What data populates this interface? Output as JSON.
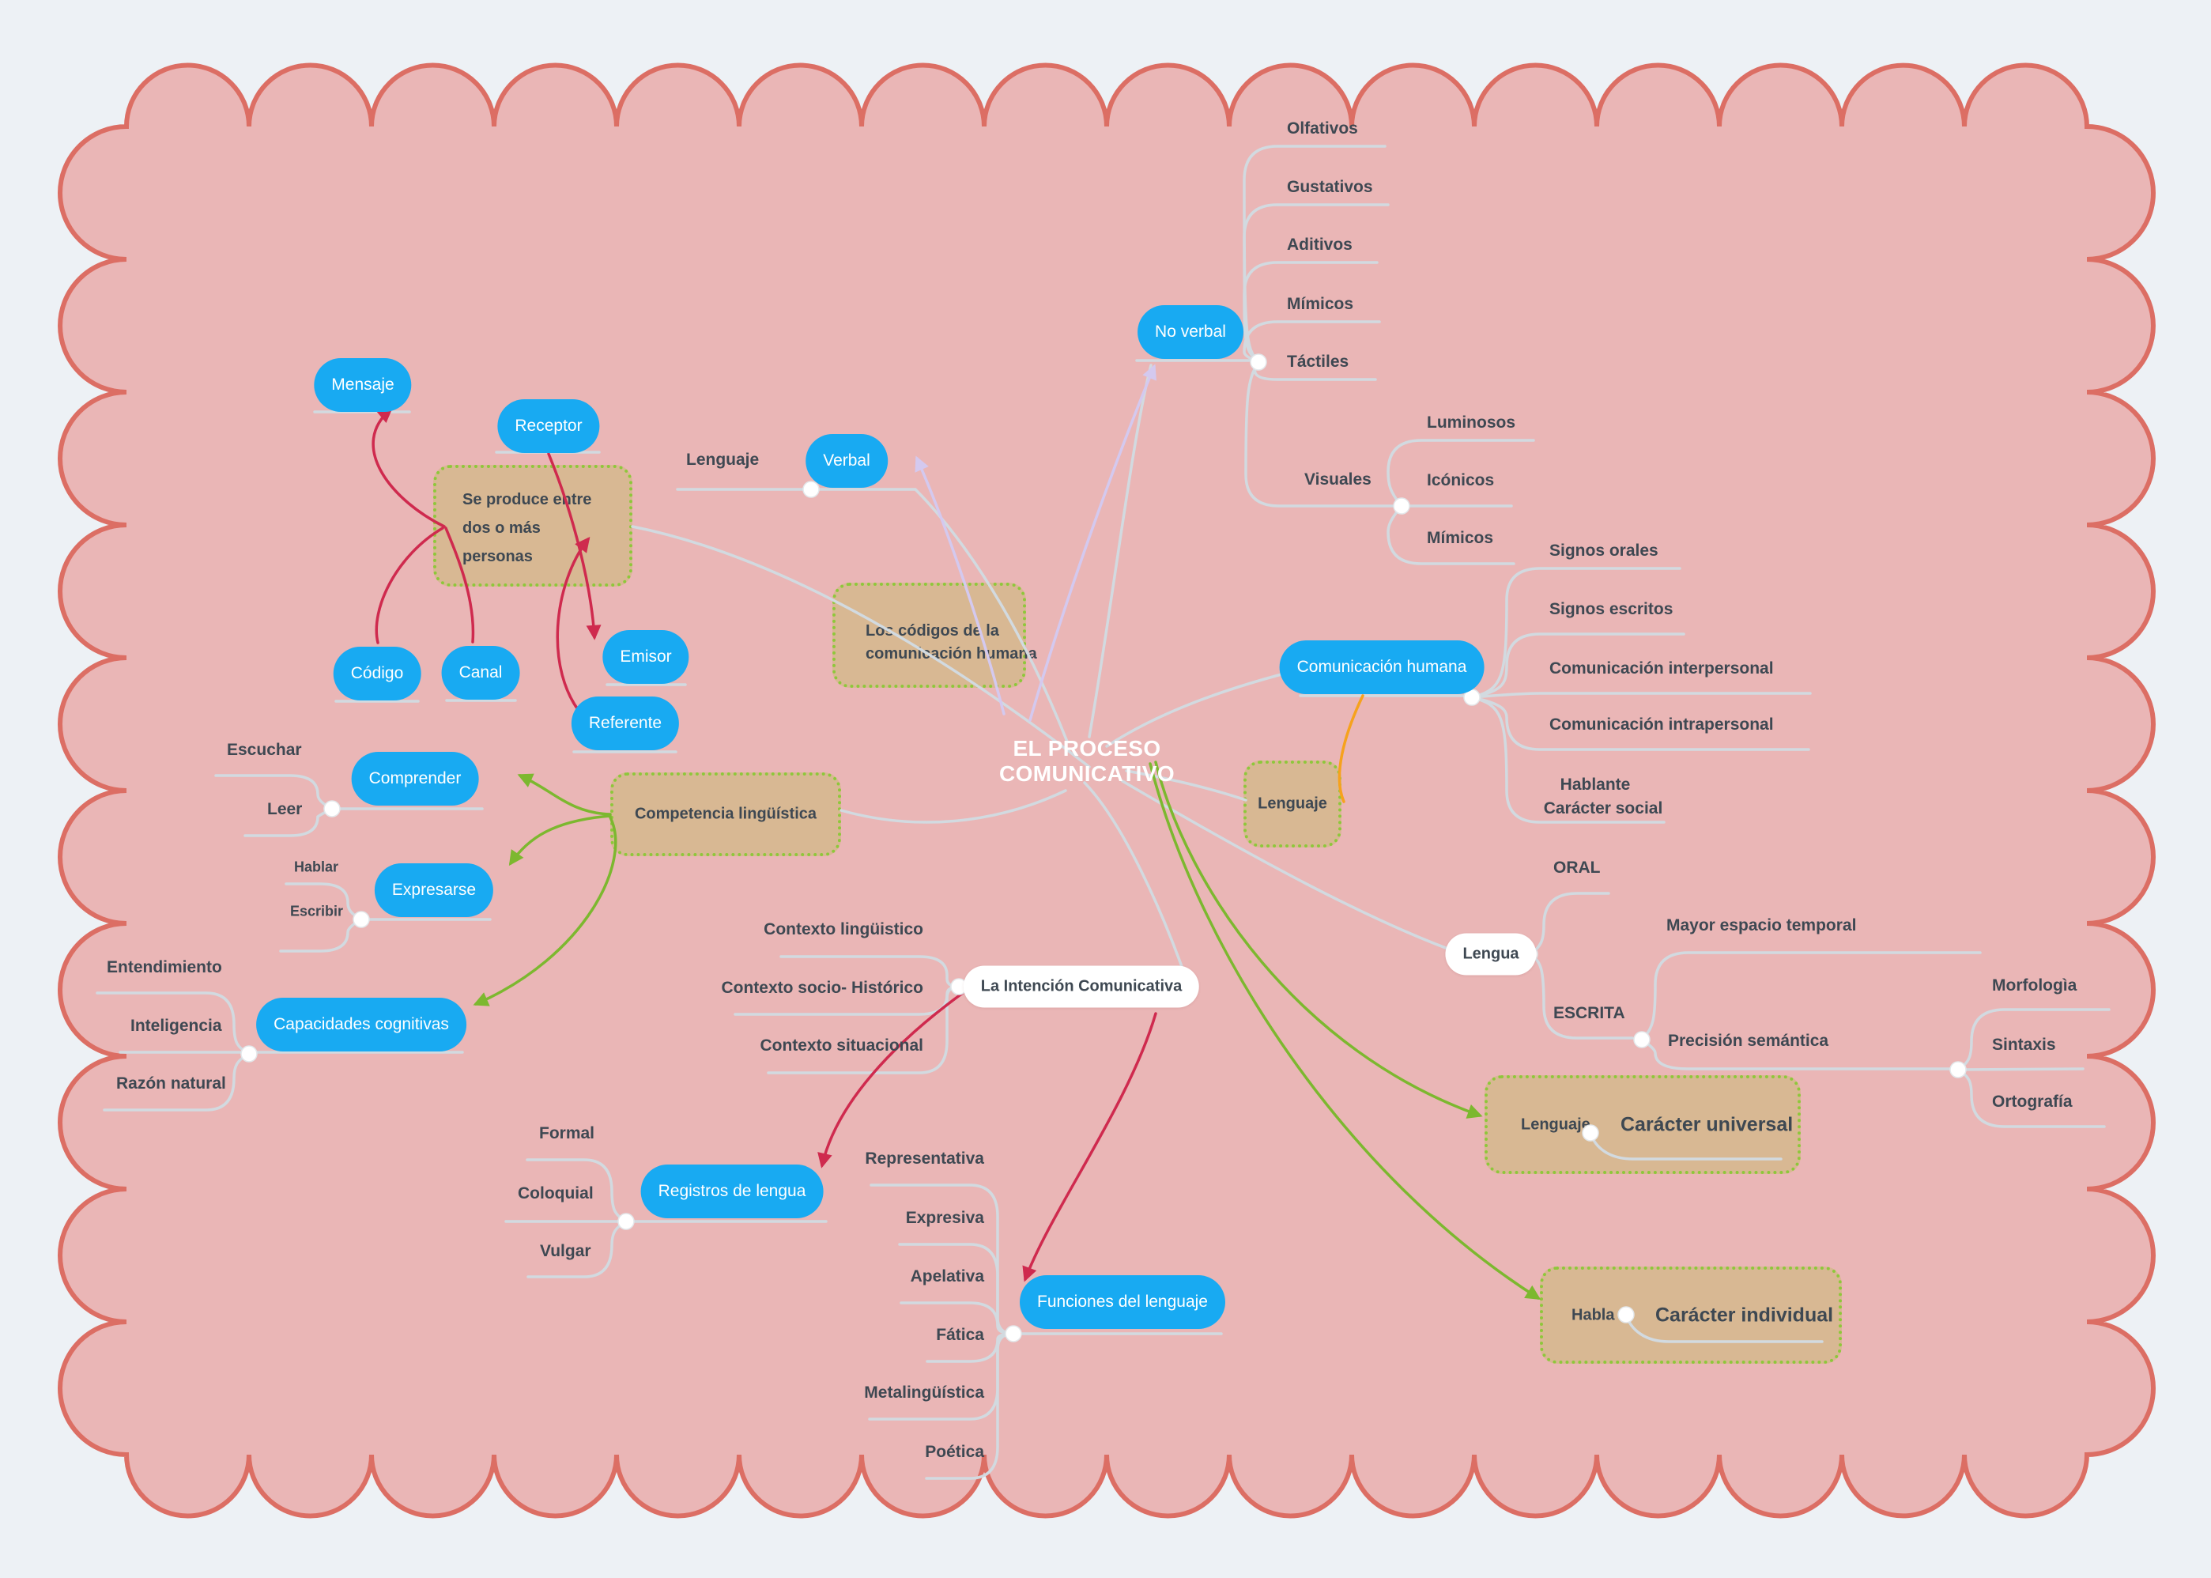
{
  "title": {
    "line1": "EL PROCESO",
    "line2": "COMUNICATIVO"
  },
  "nodes": {
    "mensaje": "Mensaje",
    "receptor": "Receptor",
    "verbal": "Verbal",
    "no_verbal": "No verbal",
    "emisor": "Emisor",
    "referente": "Referente",
    "codigo": "Código",
    "canal": "Canal",
    "comprender": "Comprender",
    "expresarse": "Expresarse",
    "capacidades": "Capacidades cognitivas",
    "com_humana": "Comunicación humana",
    "registros": "Registros de lengua",
    "funciones": "Funciones del lenguaje"
  },
  "pills": {
    "intencion": "La Intención Comunicativa",
    "lengua": "Lengua"
  },
  "boxes": {
    "se_produce": {
      "line1": "Se produce entre",
      "line2": "dos o más",
      "line3": "personas"
    },
    "codigos": {
      "line1": "Los códigos de la",
      "line2": "comunicación humana"
    },
    "lenguaje": "Lenguaje",
    "competencia": "Competencia lingüística",
    "universal": {
      "tag": "Lenguaje",
      "label": "Carácter universal"
    },
    "individual": {
      "tag": "Habla",
      "label": "Carácter individual"
    }
  },
  "labels": {
    "olfativos": "Olfativos",
    "gustativos": "Gustativos",
    "aditivos": "Aditivos",
    "mimicos": "Mímicos",
    "tactiles": "Táctiles",
    "visuales": "Visuales",
    "luminosos": "Luminosos",
    "iconicos": "Icónicos",
    "mimicos2": "Mímicos",
    "signos_orales": "Signos orales",
    "signos_escritos": "Signos escritos",
    "com_inter": "Comunicación interpersonal",
    "com_intra": "Comunicación intrapersonal",
    "hablante": "Hablante",
    "caracter_social": "Carácter social",
    "oral": "ORAL",
    "escrita": "ESCRITA",
    "mayor": "Mayor espacio temporal",
    "precision": "Precisión semántica",
    "morfologia": "Morfologìa",
    "sintaxis": "Sintaxis",
    "ortografia": "Ortografía",
    "escuchar": "Escuchar",
    "leer": "Leer",
    "hablar": "Hablar",
    "escribir": "Escribir",
    "entendimiento": "Entendimiento",
    "inteligencia": "Inteligencia",
    "razon": "Razón natural",
    "formal": "Formal",
    "coloquial": "Coloquial",
    "vulgar": "Vulgar",
    "ctx_ling": "Contexto lingüistico",
    "ctx_socio": "Contexto socio- Histórico",
    "ctx_situ": "Contexto situacional",
    "representativa": "Representativa",
    "expresiva": "Expresiva",
    "apelativa": "Apelativa",
    "fatica": "Fática",
    "metaling": "Metalingüística",
    "poetica": "Poética",
    "lenguaje_verbal": "Lenguaje"
  },
  "colors": {
    "cloud_fill": "#eab6b6",
    "cloud_border": "#dc6e64",
    "node_blue": "#18aaf2",
    "box_tan": "#d8b893",
    "box_border_green": "#8ec73b",
    "text_dark": "#3e4852",
    "line_gray": "#d2dae0",
    "arrow_red": "#cf2a4e",
    "arrow_green": "#7cb82f",
    "arrow_orange": "#f6a21d",
    "arrow_lavender": "#d4c9ef",
    "background": "#edf1f5"
  }
}
